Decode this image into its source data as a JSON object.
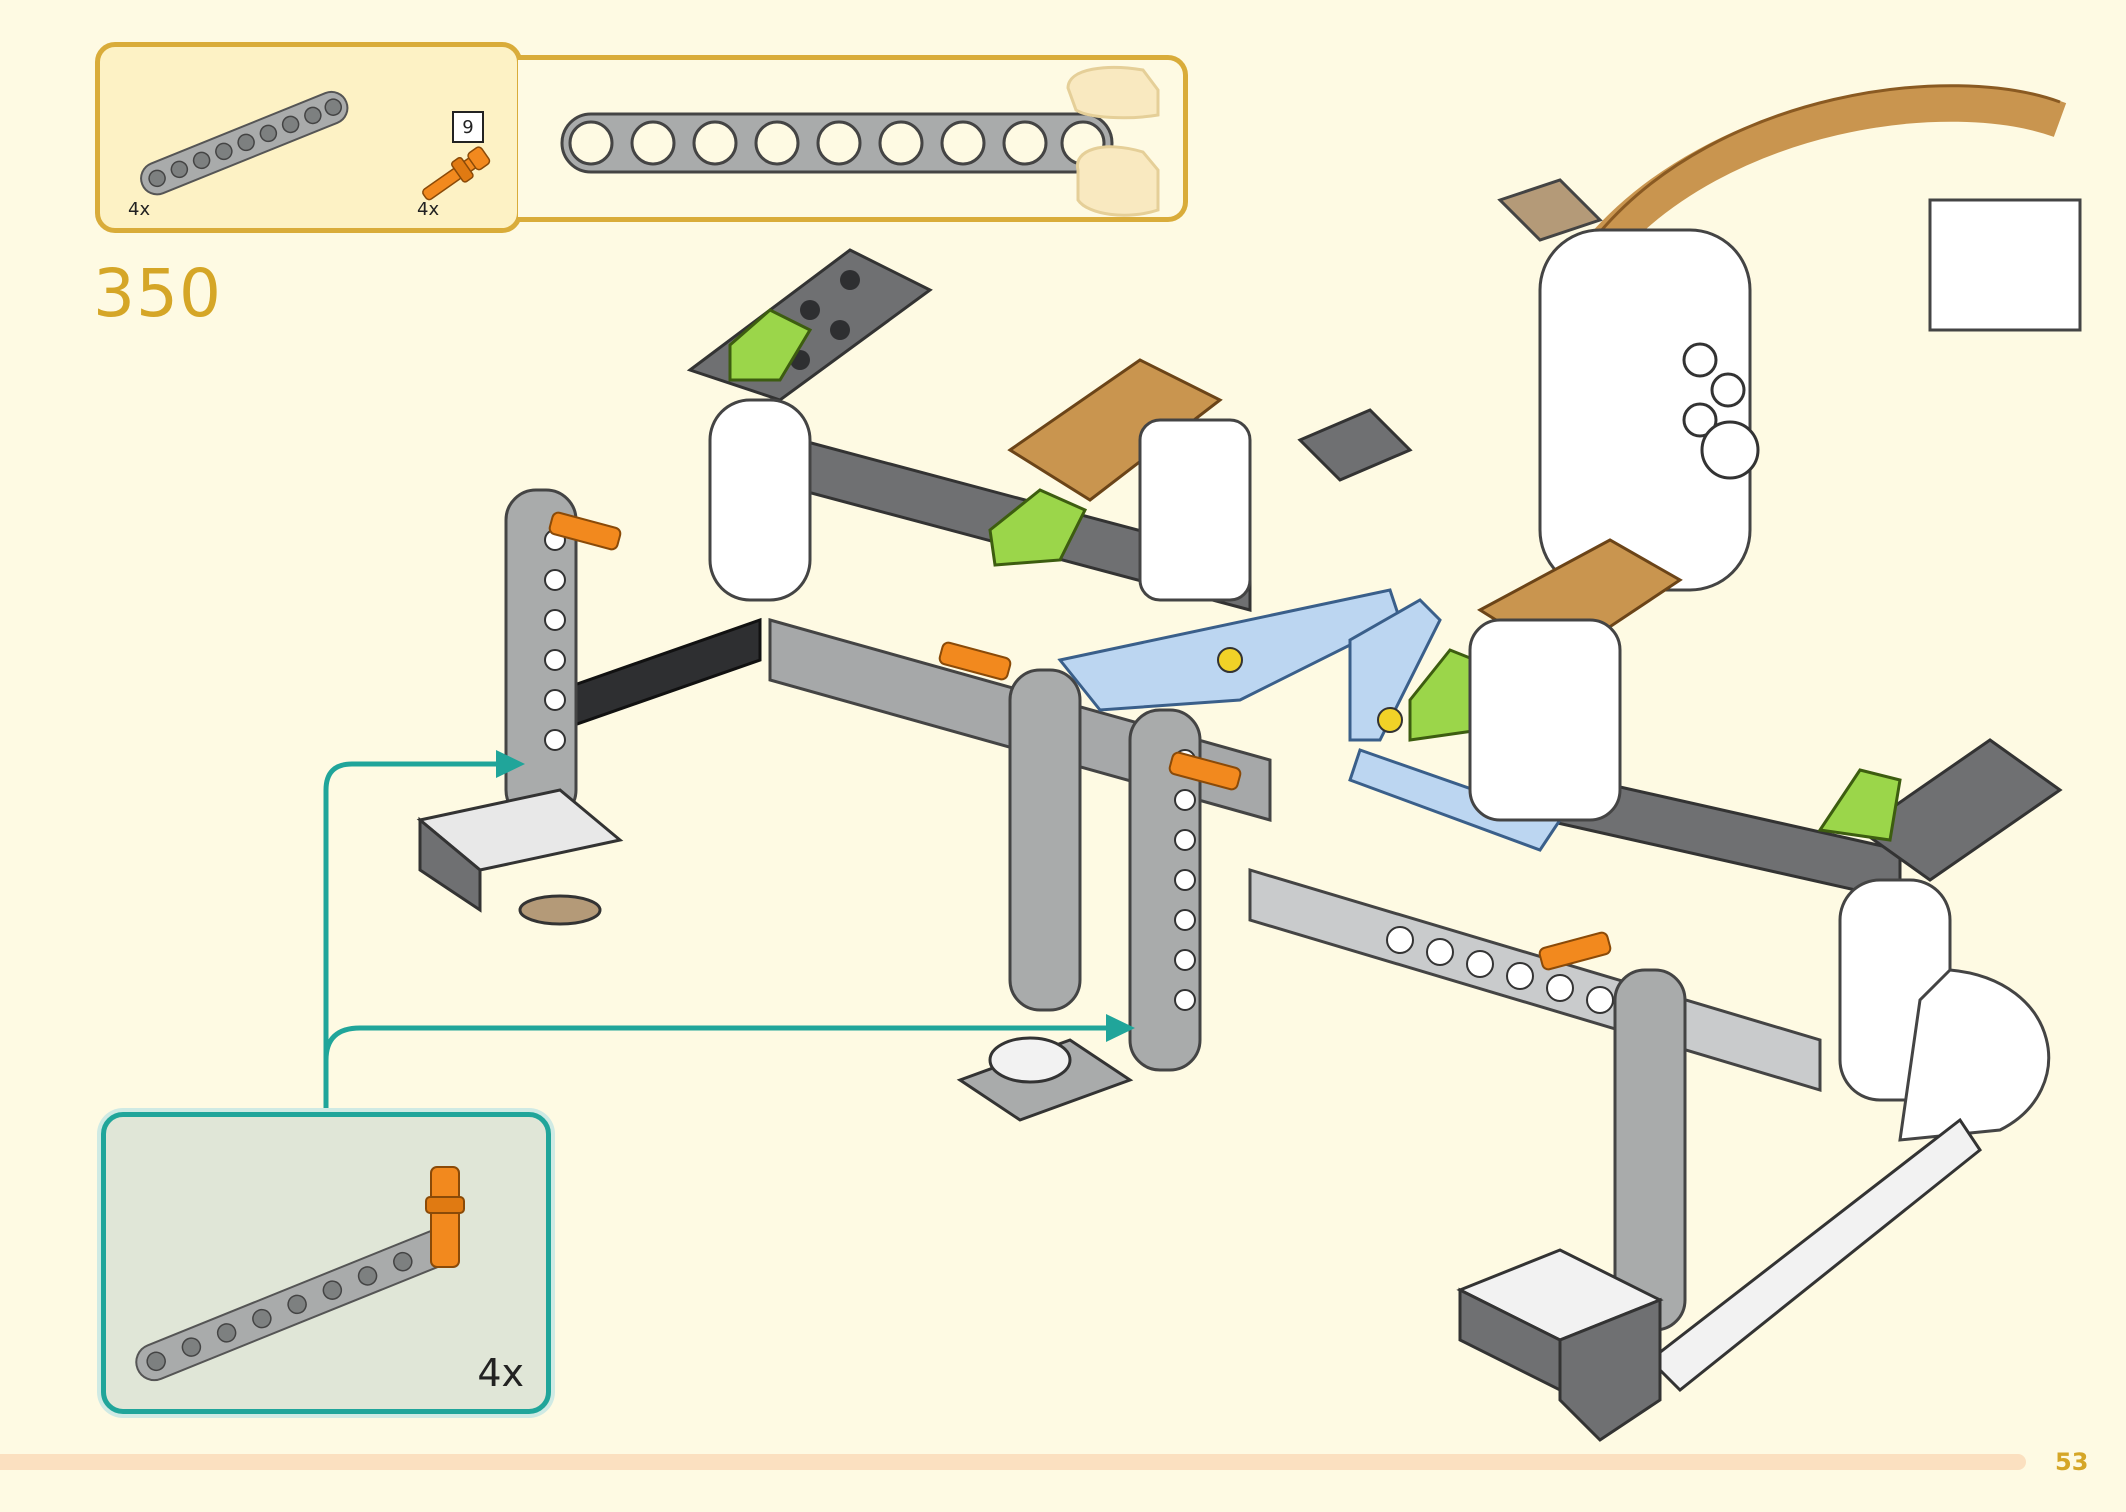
{
  "step": {
    "number": "350"
  },
  "parts_list": {
    "beam_length": "9",
    "items": [
      {
        "name": "grey-9-hole-liftarm",
        "qty": "4x"
      },
      {
        "name": "orange-axle-pin",
        "qty": "4x"
      }
    ]
  },
  "subassembly": {
    "qty": "4x"
  },
  "page": {
    "number": "53"
  },
  "colors": {
    "step_accent": "#d5a627",
    "subassembly_border": "#20a59a",
    "arrow": "#20a59a",
    "footer_bar": "#fbe0c0",
    "background": "#fefae3"
  }
}
